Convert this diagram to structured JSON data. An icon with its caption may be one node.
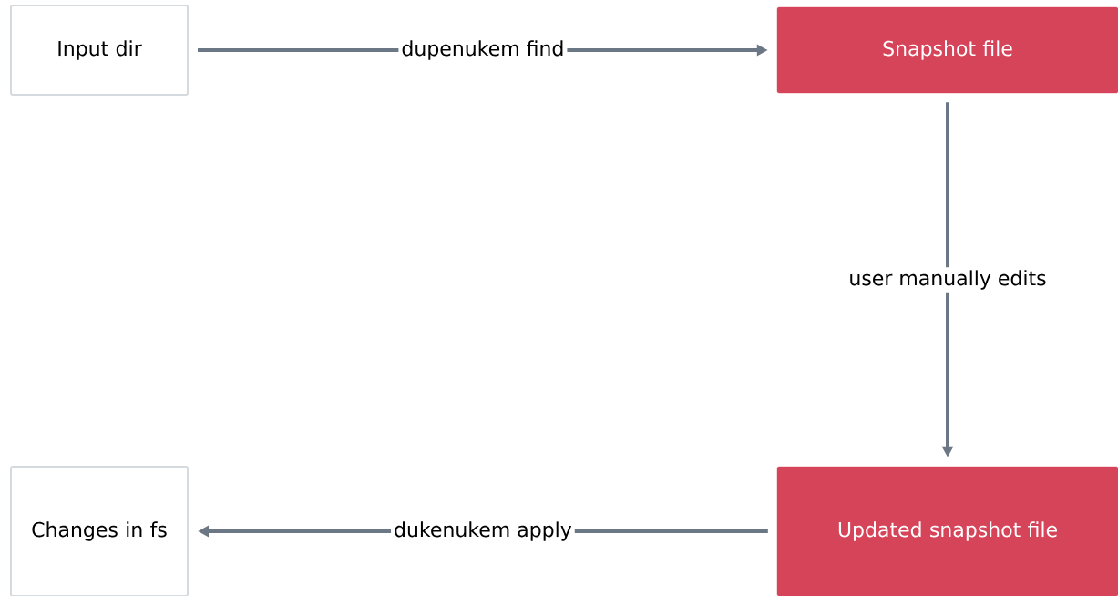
{
  "diagram": {
    "nodes": [
      {
        "text": [
          "Input dir"
        ]
      },
      {
        "text": [
          "Snapshot file"
        ]
      },
      {
        "text": [
          "Updated snapshot file"
        ]
      },
      {
        "text": [
          "Changes in fs"
        ]
      }
    ],
    "edges": [
      {
        "from": 0,
        "to": 1,
        "arrow": "to",
        "label": "dupenukem find"
      },
      {
        "from": 1,
        "to": 2,
        "arrow": "to",
        "label": "user manually edits"
      },
      {
        "from": 2,
        "to": 3,
        "arrow": "to",
        "label": "dukenukem apply"
      }
    ]
  }
}
